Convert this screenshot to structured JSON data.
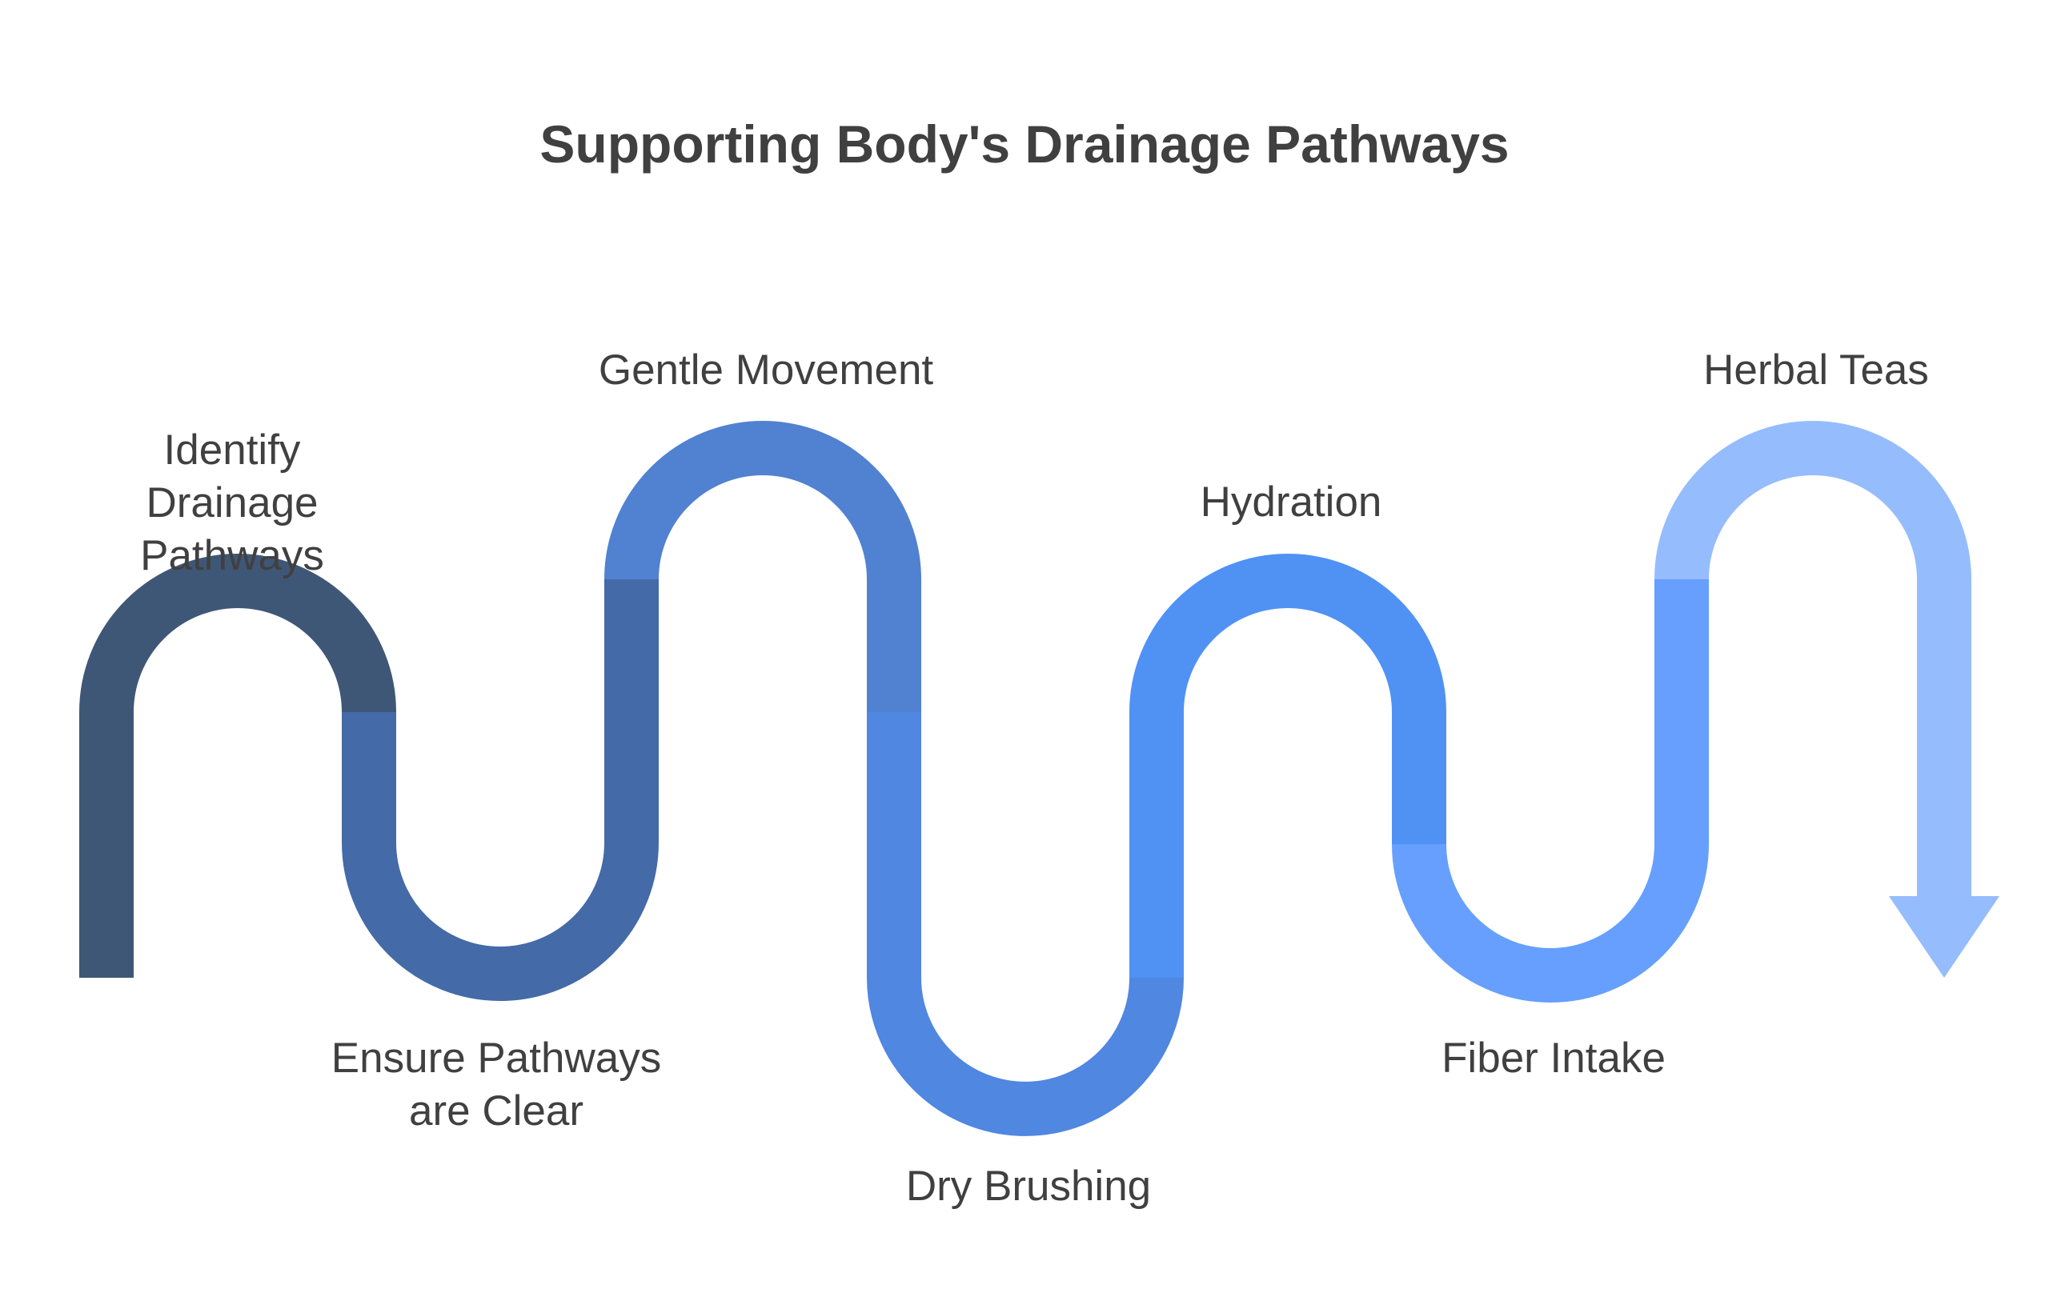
{
  "title": "Supporting Body's Drainage Pathways",
  "steps": [
    {
      "label": "Identify Drainage Pathways",
      "color": "#3f5777"
    },
    {
      "label": "Ensure Pathways are Clear",
      "color": "#446aa8"
    },
    {
      "label": "Gentle Movement",
      "color": "#5181d1"
    },
    {
      "label": "Dry Brushing",
      "color": "#4f87e1"
    },
    {
      "label": "Hydration",
      "color": "#5091f4"
    },
    {
      "label": "Fiber Intake",
      "color": "#669ffd"
    },
    {
      "label": "Herbal Teas",
      "color": "#95bcfd"
    }
  ]
}
